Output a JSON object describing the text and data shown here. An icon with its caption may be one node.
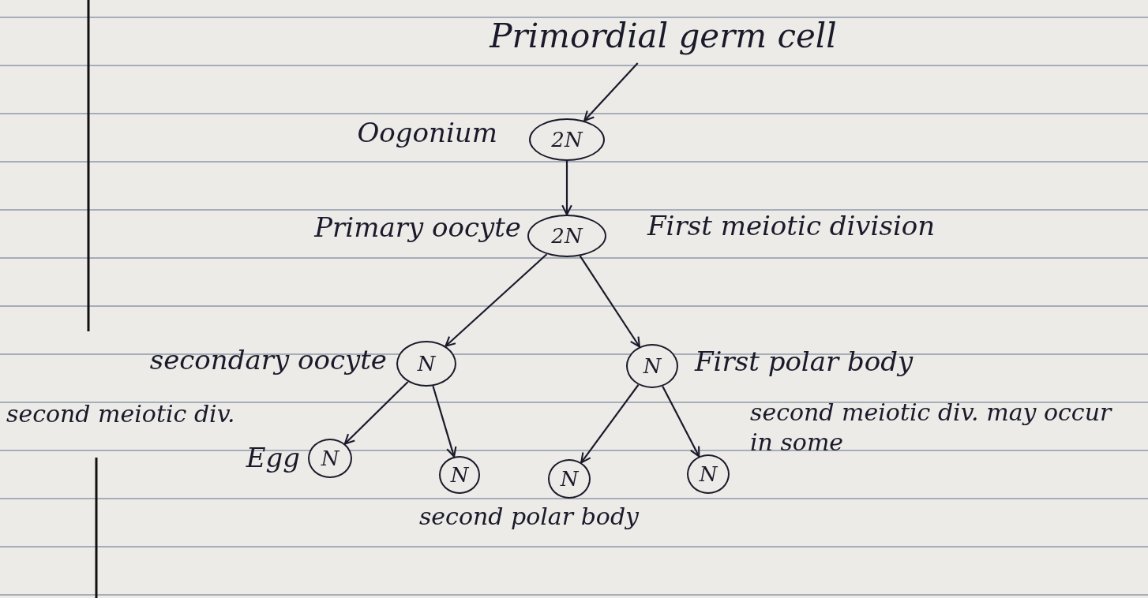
{
  "diagram": {
    "nodes": [
      {
        "text": [
          "Primordial germ cell"
        ]
      },
      {
        "text": [
          "2N"
        ],
        "beside": [
          "Oogonium"
        ]
      },
      {
        "text": [
          "2N"
        ],
        "beside": [
          "Primary oocyte",
          "First meiotic division"
        ]
      },
      {
        "text": [
          "N"
        ],
        "beside": [
          "secondary oocyte"
        ]
      },
      {
        "text": [
          "N"
        ],
        "beside": [
          "First polar body"
        ]
      },
      {
        "text": [
          "N"
        ],
        "beside": [
          "Egg"
        ]
      },
      {
        "text": [
          "N"
        ]
      },
      {
        "text": [
          "N"
        ]
      },
      {
        "text": [
          "N"
        ]
      }
    ],
    "edges": [
      {
        "from": 0,
        "to": 1,
        "arrow": "to"
      },
      {
        "from": 1,
        "to": 2,
        "arrow": "to"
      },
      {
        "from": 2,
        "to": 3,
        "arrow": "to"
      },
      {
        "from": 2,
        "to": 4,
        "arrow": "to"
      },
      {
        "from": 3,
        "to": 5,
        "arrow": "to"
      },
      {
        "from": 3,
        "to": 6,
        "arrow": "to"
      },
      {
        "from": 4,
        "to": 7,
        "arrow": "to"
      },
      {
        "from": 4,
        "to": 8,
        "arrow": "to"
      }
    ],
    "labels": [
      "second meiotic div.",
      "second meiotic div. may occur in some",
      "second polar body"
    ]
  }
}
